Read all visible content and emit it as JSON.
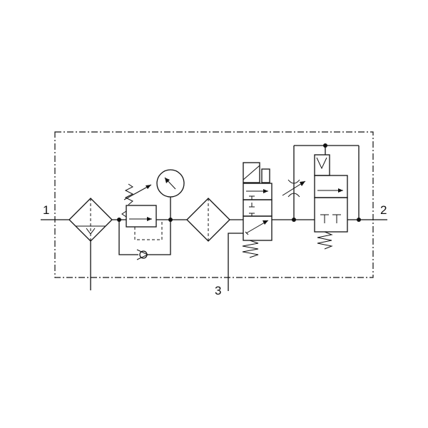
{
  "diagram": {
    "ports": {
      "inlet": "1",
      "outlet": "2",
      "exhaust": "3"
    },
    "components": [
      "filter-water-separator",
      "pressure-regulator",
      "pressure-gauge",
      "check-valve",
      "fine-filter",
      "solenoid-3-2-valve",
      "throttle-valve",
      "soft-start-valve"
    ]
  }
}
